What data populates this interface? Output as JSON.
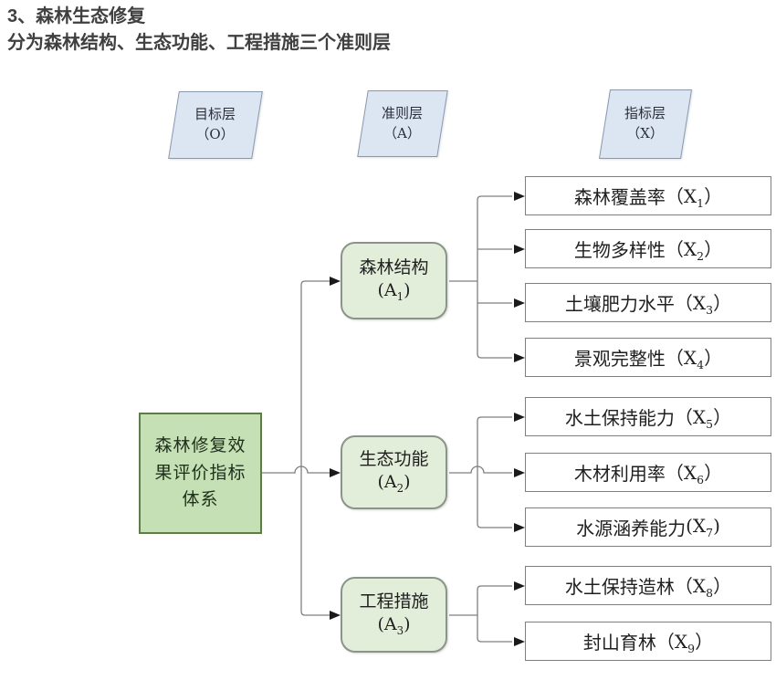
{
  "page": {
    "title": "3、森林生态修复",
    "subtitle": "分为森林结构、生态功能、工程措施三个准则层"
  },
  "legend": {
    "goal": {
      "line1": "目标层",
      "line2": "（O）"
    },
    "criteria": {
      "line1": "准则层",
      "line2": "（A）"
    },
    "indicator": {
      "line1": "指标层",
      "line2": "（X）"
    }
  },
  "goal_box": {
    "text": "森林修复效果评价指标体系",
    "lines": [
      "森林修复效",
      "果评价指标",
      "体系"
    ]
  },
  "criteria_boxes": [
    {
      "name": "森林结构",
      "open": "(",
      "base": "A",
      "sub": "1",
      "close": ")"
    },
    {
      "name": "生态功能",
      "open": "(",
      "base": "A",
      "sub": "2",
      "close": ")"
    },
    {
      "name": "工程措施",
      "open": "(",
      "base": "A",
      "sub": "3",
      "close": ")"
    }
  ],
  "indicator_boxes": [
    {
      "name": "森林覆盖率",
      "open": "（",
      "base": "X",
      "sub": "1",
      "close": "）",
      "group": 0
    },
    {
      "name": "生物多样性",
      "open": "（",
      "base": "X",
      "sub": "2",
      "close": "）",
      "group": 0
    },
    {
      "name": "土壤肥力水平",
      "open": "（",
      "base": "X",
      "sub": "3",
      "close": "）",
      "group": 0
    },
    {
      "name": "景观完整性",
      "open": "（",
      "base": "X",
      "sub": "4",
      "close": "）",
      "group": 0
    },
    {
      "name": "水土保持能力",
      "open": "（",
      "base": "X",
      "sub": "5",
      "close": "）",
      "group": 1
    },
    {
      "name": "木材利用率",
      "open": "（",
      "base": "X",
      "sub": "6",
      "close": "）",
      "group": 1
    },
    {
      "name": "水源涵养能力",
      "open": "(",
      "base": "X",
      "sub": "7",
      "close": ")",
      "group": 1
    },
    {
      "name": "水土保持造林",
      "open": "（",
      "base": "X",
      "sub": "8",
      "close": "）",
      "group": 2
    },
    {
      "name": "封山育林",
      "open": "（",
      "base": "X",
      "sub": "9",
      "close": "）",
      "group": 2
    }
  ],
  "colors": {
    "parallelogram_fill": "#dce6f2",
    "parallelogram_border": "#8a98ad",
    "goal_fill": "#c5e0b4",
    "goal_border": "#5f7b4a",
    "criteria_fill": "#e3eeda",
    "criteria_border": "#8b9488",
    "indicator_fill": "#ffffff",
    "indicator_border": "#7f7f7f",
    "line": "#7f7f7f",
    "arrow": "#1a1a1a",
    "title_text": "#404040",
    "box_text": "#1f1f1f"
  }
}
